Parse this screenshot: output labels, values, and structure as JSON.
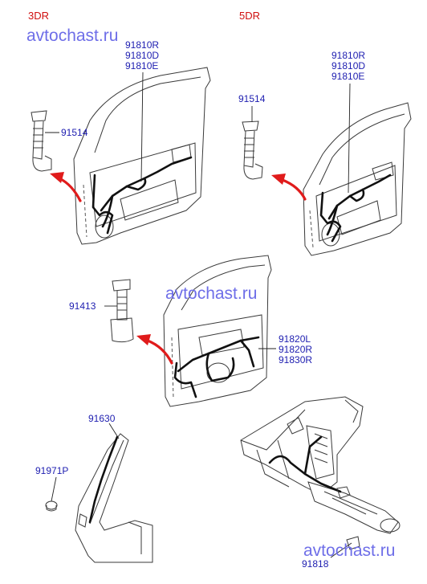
{
  "sections": {
    "three_door": "3DR",
    "five_door": "5DR"
  },
  "watermarks": [
    "avtochast.ru",
    "avtochast.ru",
    "avtochast.ru"
  ],
  "parts": {
    "front_door_3dr": [
      "91810R",
      "91810D",
      "91810E"
    ],
    "grommet_3dr": "91514",
    "front_door_5dr": [
      "91810R",
      "91810D",
      "91810E"
    ],
    "grommet_5dr": "91514",
    "rear_grommet": "91413",
    "rear_door": [
      "91820L",
      "91820R",
      "91830R"
    ],
    "pillar_harness": "91630",
    "clip": "91971P",
    "dash_connector": "91818"
  },
  "colors": {
    "section_label": "#d01010",
    "part_label": "#1d1db0",
    "watermark": "#6e6ee8",
    "arrow": "#e01b1b",
    "line": "#3a3a3a"
  }
}
